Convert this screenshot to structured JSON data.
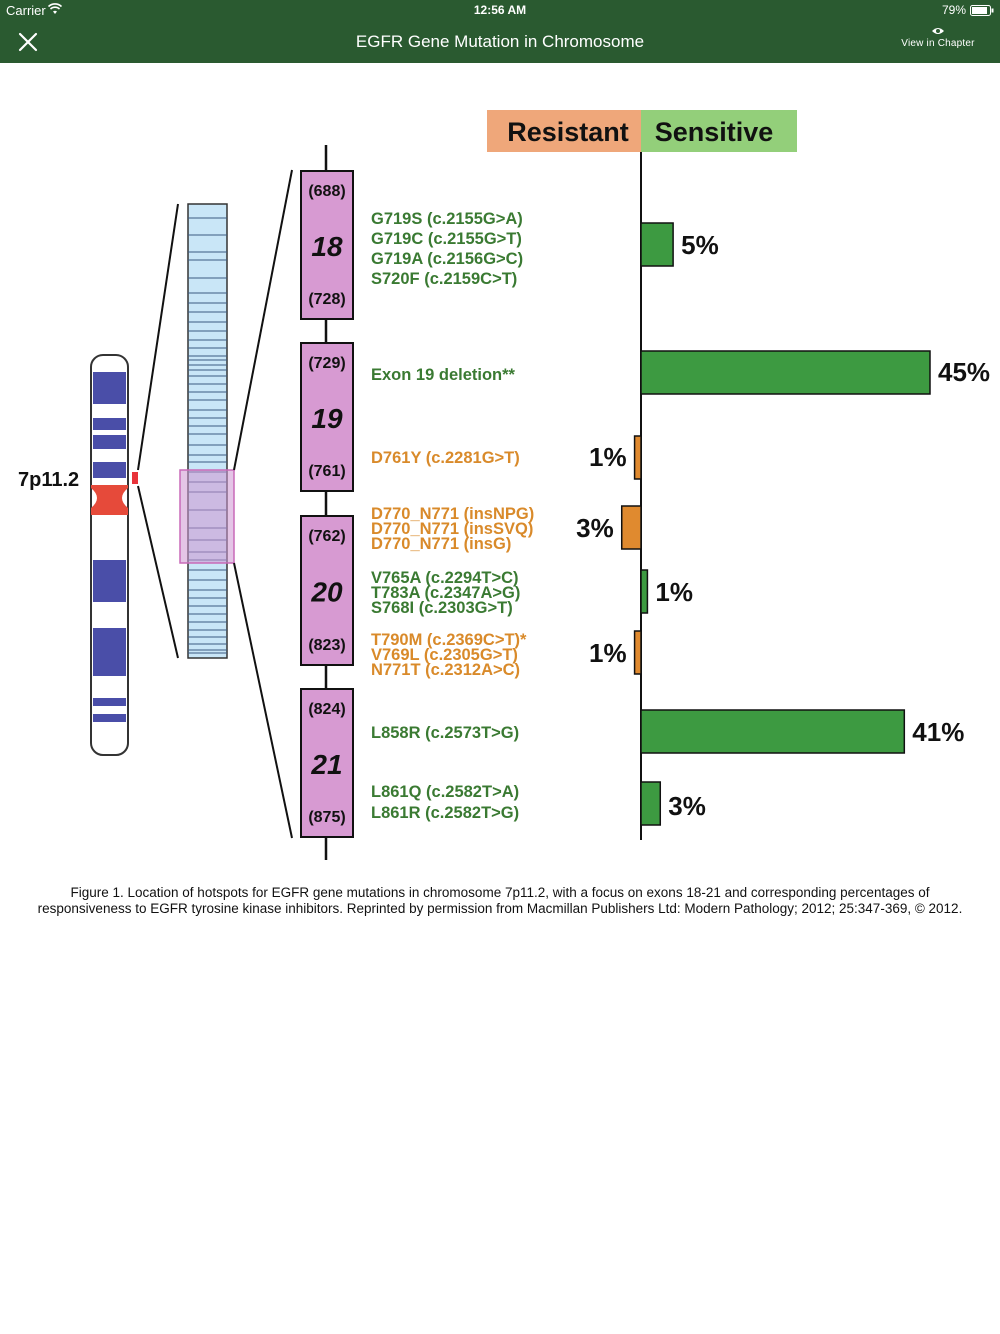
{
  "status_bar": {
    "carrier": "Carrier",
    "time": "12:56 AM",
    "battery": "79%"
  },
  "nav": {
    "title": "EGFR Gene Mutation in Chromosome",
    "close_icon": "close-icon",
    "view_in_chapter": "View in Chapter",
    "view_icon": "eye-icon"
  },
  "figure": {
    "chromosome_label": "7p11.2",
    "legend": {
      "resistant": "Resistant",
      "sensitive": "Sensitive"
    },
    "exons": [
      {
        "number": "18",
        "start": "(688)",
        "end": "(728)"
      },
      {
        "number": "19",
        "start": "(729)",
        "end": "(761)"
      },
      {
        "number": "20",
        "start": "(762)",
        "end": "(823)"
      },
      {
        "number": "21",
        "start": "(824)",
        "end": "(875)"
      }
    ],
    "mutation_groups": [
      {
        "category": "sensitive",
        "value": 5,
        "label": "5%",
        "mutations": [
          "G719S (c.2155G>A)",
          "G719C (c.2155G>T)",
          "G719A (c.2156G>C)",
          "S720F (c.2159C>T)"
        ]
      },
      {
        "category": "sensitive",
        "value": 45,
        "label": "45%",
        "mutations": [
          "Exon 19 deletion**"
        ]
      },
      {
        "category": "resistant",
        "value": 1,
        "label": "1%",
        "mutations": [
          "D761Y (c.2281G>T)"
        ]
      },
      {
        "category": "resistant",
        "value": 3,
        "label": "3%",
        "mutations": [
          "D770_N771 (insNPG)",
          "D770_N771 (insSVQ)",
          "D770_N771 (insG)"
        ]
      },
      {
        "category": "sensitive",
        "value": 1,
        "label": "1%",
        "mutations": [
          "V765A (c.2294T>C)",
          "T783A (c.2347A>G)",
          "S768I (c.2303G>T)"
        ]
      },
      {
        "category": "resistant",
        "value": 1,
        "label": "1%",
        "mutations": [
          "T790M (c.2369C>T)*",
          "V769L (c.2305G>T)",
          "N771T (c.2312A>C)"
        ]
      },
      {
        "category": "sensitive",
        "value": 41,
        "label": "41%",
        "mutations": [
          "L858R (c.2573T>G)"
        ]
      },
      {
        "category": "sensitive",
        "value": 3,
        "label": "3%",
        "mutations": [
          "L861Q (c.2582T>A)",
          "L861R (c.2582T>G)"
        ]
      }
    ],
    "colors": {
      "sensitive_bar": "#3d9a41",
      "resistant_bar": "#e08a2f",
      "sensitive_text": "#3a7a32",
      "resistant_text": "#d98a2a",
      "exon_fill": "#d79ad2",
      "legend_resistant": "#efa77a",
      "legend_sensitive": "#93cf7a",
      "chromosome_band": "#4a4ea8",
      "centromere": "#e64a3a",
      "zoom_box": "#c9e6f7"
    }
  },
  "caption": "Figure 1. Location of hotspots for EGFR gene mutations in chromosome 7p11.2, with a focus on exons 18-21 and corresponding percentages of responsiveness to EGFR tyrosine kinase inhibitors. Reprinted by permission from Macmillan Publishers Ltd: Modern Pathology; 2012; 25:347-369, © 2012."
}
